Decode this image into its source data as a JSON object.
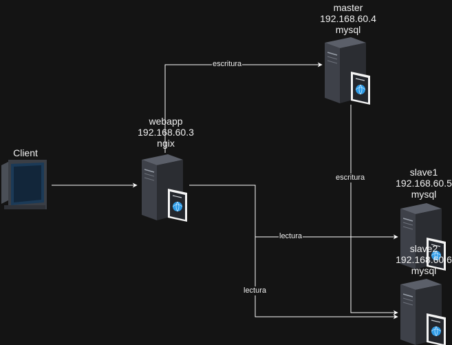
{
  "nodes": {
    "client": {
      "lines": [
        "Client"
      ]
    },
    "webapp": {
      "lines": [
        "webapp",
        "192.168.60.3",
        "ngix"
      ]
    },
    "master": {
      "lines": [
        "master",
        "192.168.60.4",
        "mysql"
      ]
    },
    "slave1": {
      "lines": [
        "slave1",
        "192.168.60.5",
        "mysql"
      ]
    },
    "slave2": {
      "lines": [
        "slave2",
        "192.168.60.6",
        "mysql"
      ]
    }
  },
  "edges": {
    "webapp_to_master": "escritura",
    "master_to_slave2": "escritura",
    "webapp_to_slave1": "lectura",
    "webapp_to_slave2": "lectura"
  },
  "colors": {
    "background": "#141414",
    "line": "#ffffff",
    "server_body": "#3c3f47",
    "server_side": "#2a2c31",
    "globe": "#2e9be6"
  }
}
